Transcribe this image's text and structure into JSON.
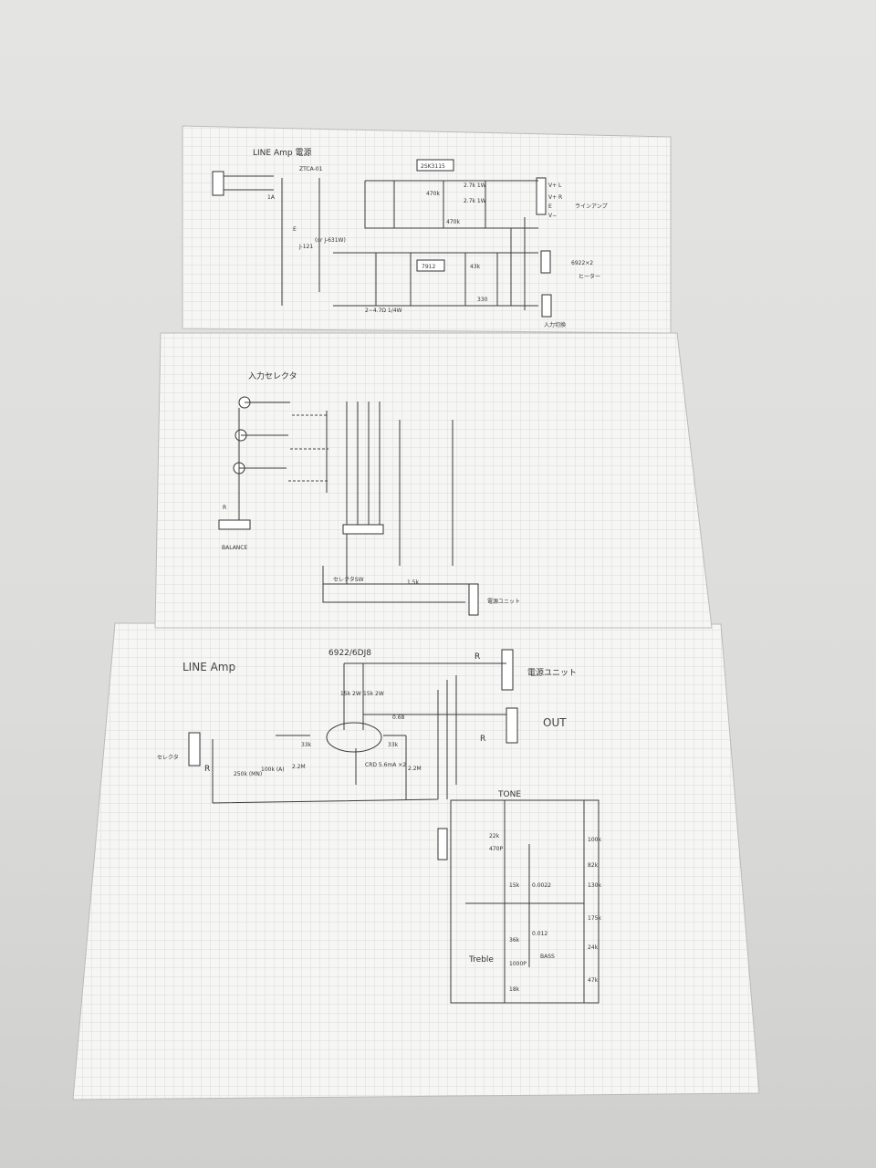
{
  "sheets": {
    "power": {
      "title": "LINE Amp 電源",
      "transformer1": "ZTCA-01",
      "transformer2": "J-121",
      "transformer2_alt": "(or J-631W)",
      "fuse": "1A",
      "ground": "E",
      "fet": "2SK3115",
      "regulator": "7912",
      "r_gate": "470k",
      "r_bleed": "470k",
      "r_out_l": "2.7k 1W",
      "r_out_r": "2.7k 1W",
      "r_series": "2∼4.7Ω 1/4W",
      "r_330": "330",
      "r_43k": "43k",
      "terminals": [
        "V+ L",
        "V+ R",
        "E",
        "V−"
      ],
      "to_lineamp": "ラインアンプ",
      "heater_tube": "6922×2",
      "heater": "ヒーター",
      "input_switch": "入力切換"
    },
    "selector": {
      "title": "入力セレクタ",
      "r_label": "R",
      "balance": "BALANCE",
      "switch": "セレクタSW",
      "r_led": "1.5k",
      "to_power": "電源ユニット"
    },
    "lineamp": {
      "title": "LINE Amp",
      "tube": "6922/6DJ8",
      "to_power": "電源ユニット",
      "out": "OUT",
      "r_label_1": "R",
      "r_label_2": "R",
      "r_label_3": "R",
      "selector": "セレクタ",
      "plate_r1": "15k 2W",
      "plate_r2": "15k 2W",
      "cap_out": "0.68",
      "grid_r1": "33k",
      "grid_r2": "33k",
      "balance_pot": "250k (MN)",
      "volume_pot": "100k (A)",
      "r_grid_leak1": "2.2M",
      "r_grid_leak2": "2.2M",
      "crd": "CRD 5.6mA ×2"
    },
    "tone": {
      "title": "TONE",
      "treble": "Treble",
      "bass": "BASS",
      "values": [
        "22k",
        "470P",
        "15k",
        "0.0022",
        "0.012",
        "36k",
        "1000P",
        "18k",
        "100k",
        "82k",
        "130k",
        "175k",
        "24k",
        "47k"
      ]
    }
  }
}
